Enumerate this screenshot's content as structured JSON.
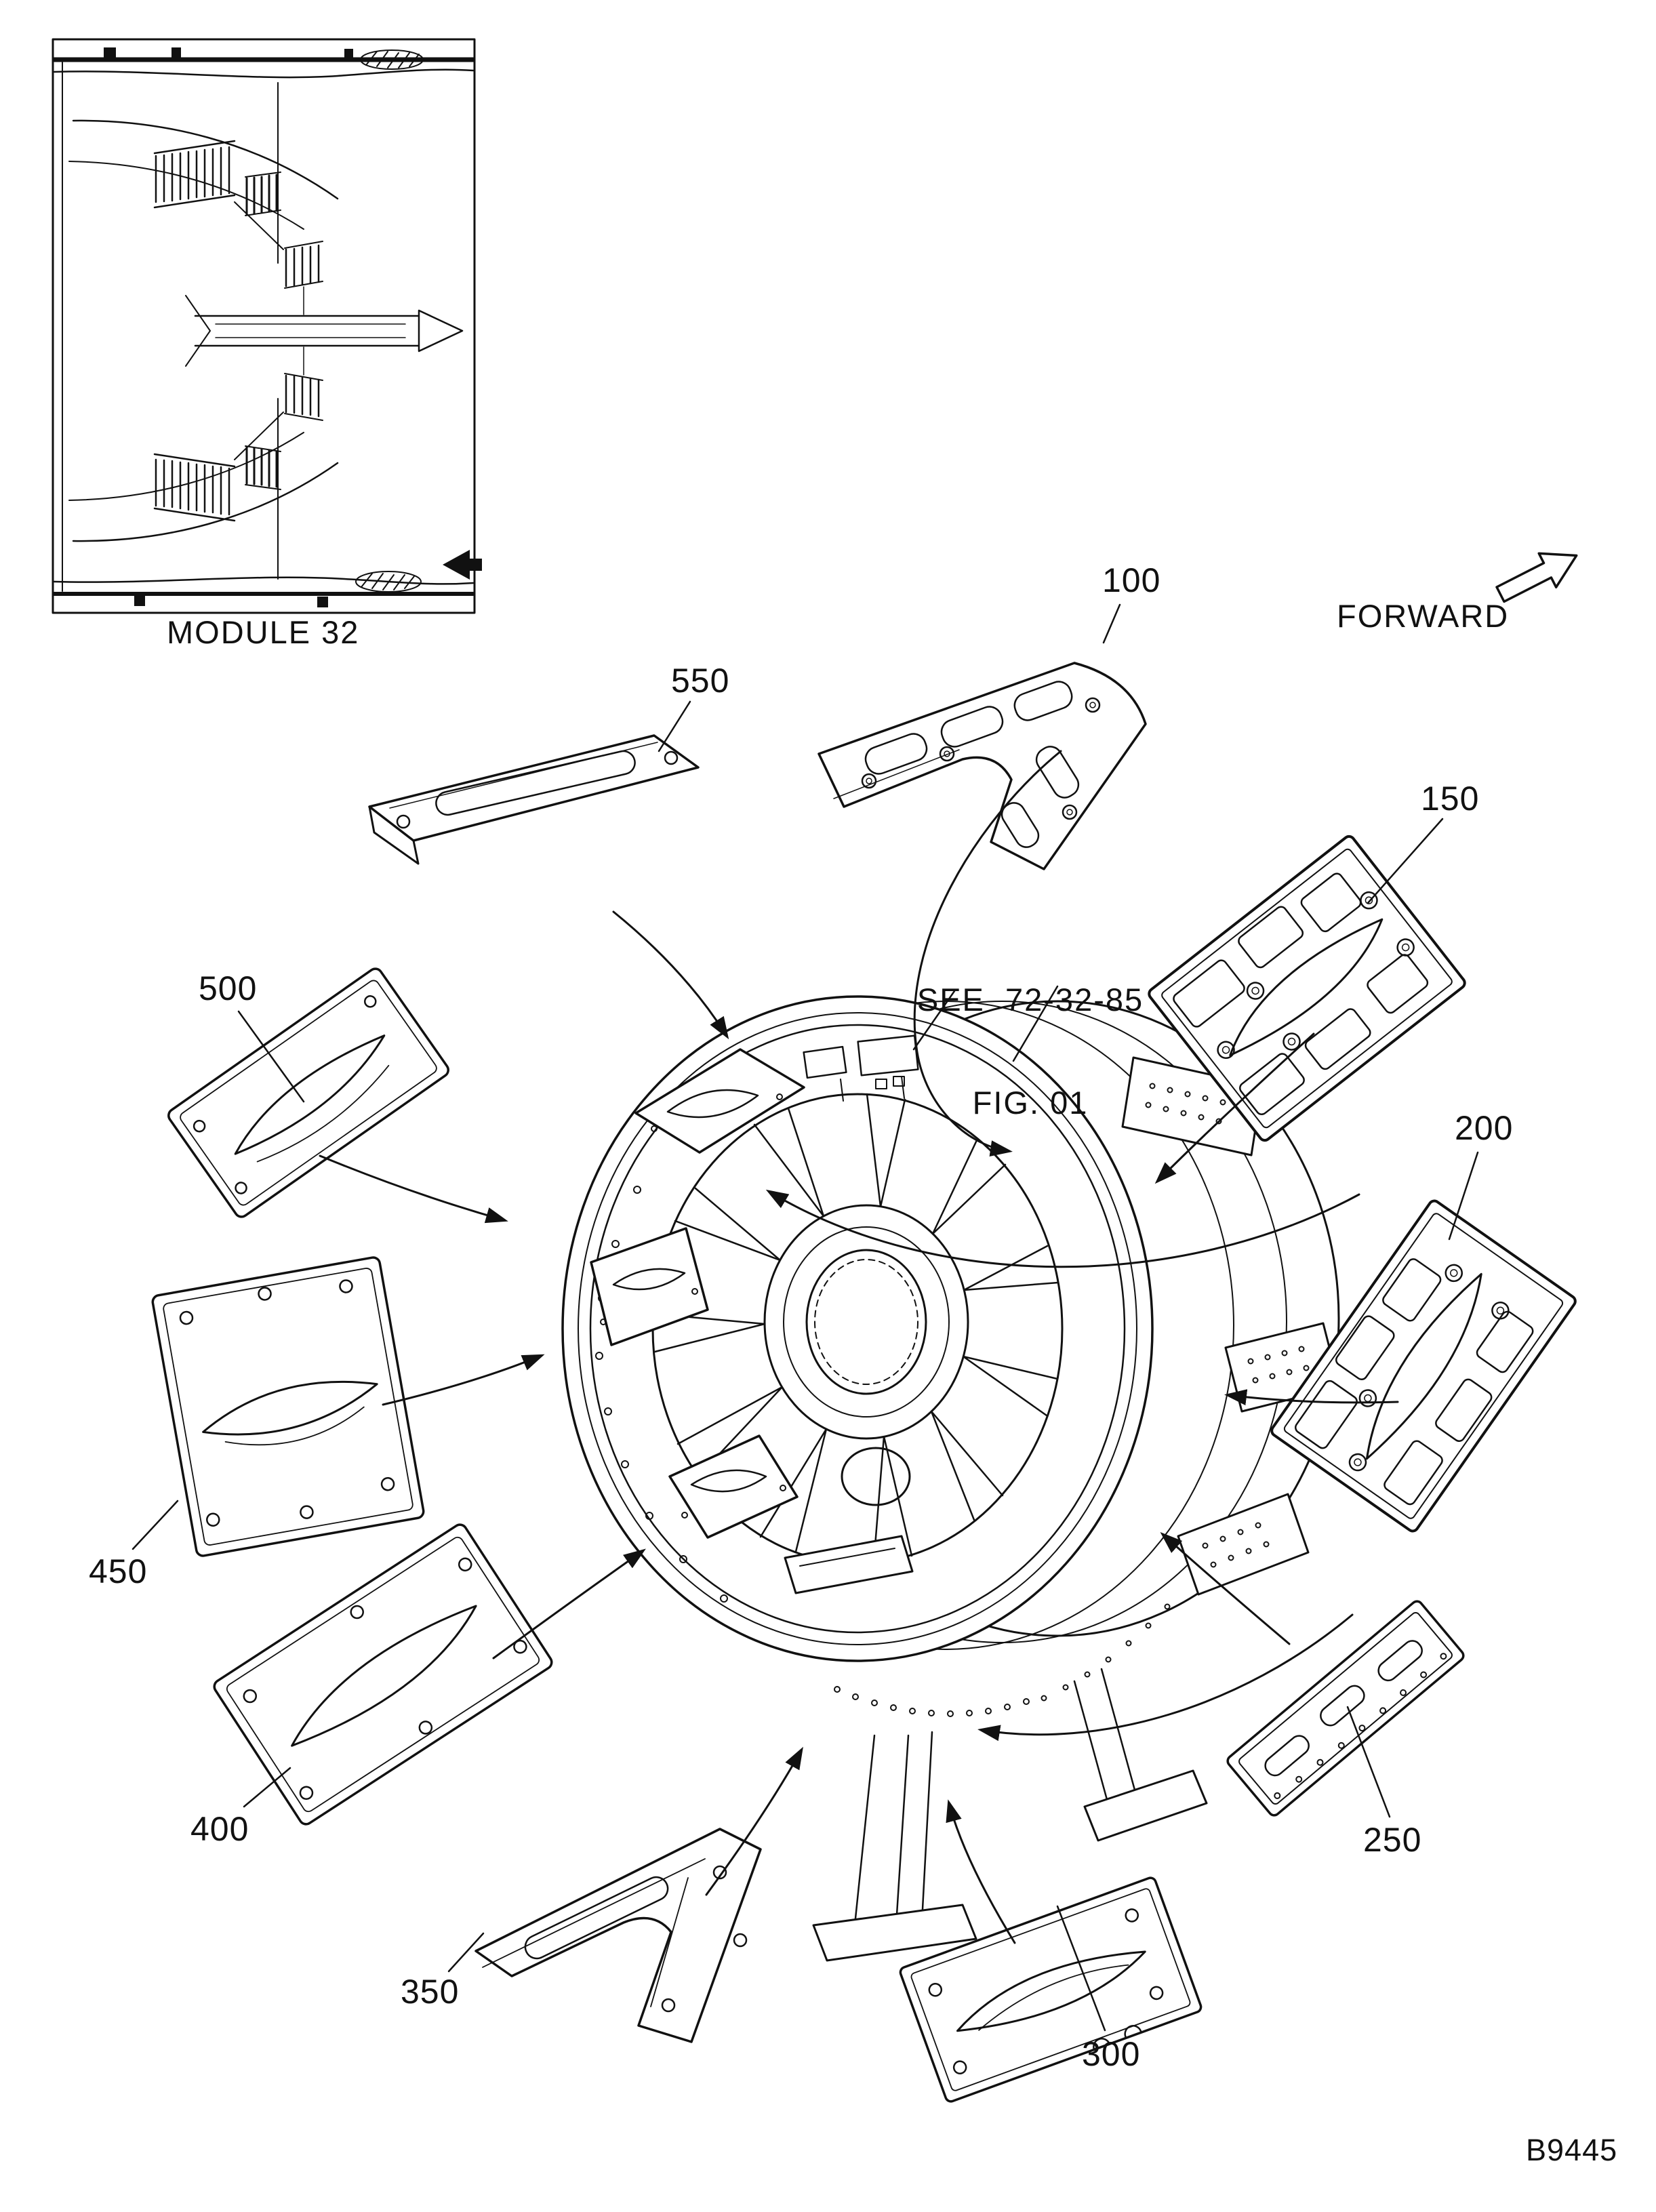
{
  "figure": {
    "module_caption": "MODULE 32",
    "forward_label": "FORWARD",
    "reference_note": {
      "line1": "SEE  72-32-85",
      "line2": "FIG. 01"
    },
    "figure_code": "B9445",
    "part_numbers": {
      "p100": "100",
      "p150": "150",
      "p200": "200",
      "p250": "250",
      "p300": "300",
      "p350": "350",
      "p400": "400",
      "p450": "450",
      "p500": "500",
      "p550": "550"
    },
    "icons": {
      "forward_arrow": "outline-arrow-up-right",
      "module_pointer": "solid-arrow-left"
    },
    "ink_color": "#111111",
    "paper_color": "#ffffff"
  }
}
